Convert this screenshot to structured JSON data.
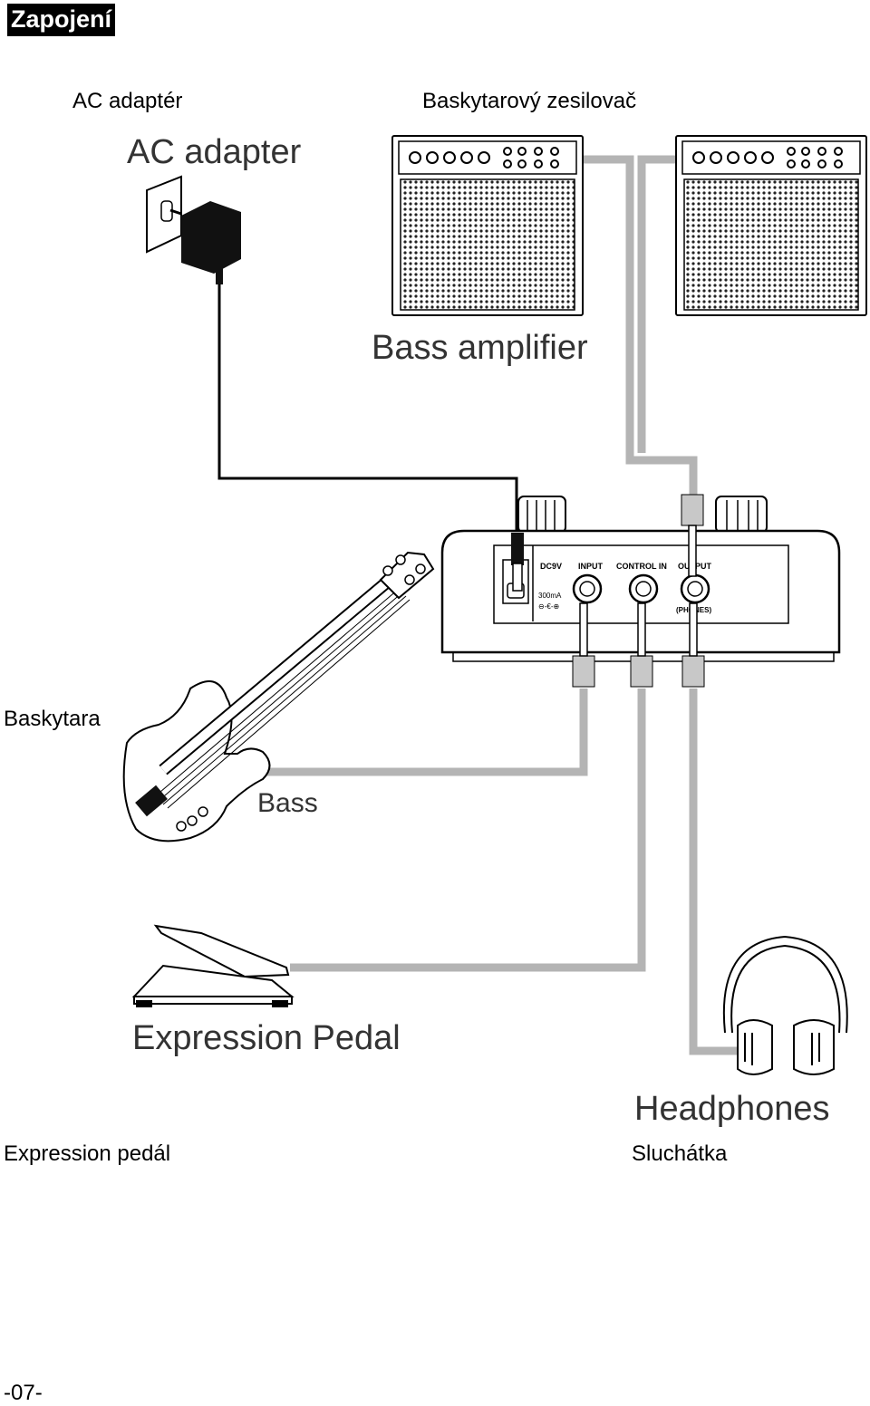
{
  "heading": "Zapojení",
  "labels": {
    "ac_cz": "AC adaptér",
    "amp_cz": "Baskytarový zesilovač",
    "bass_cz": "Baskytara",
    "pedal_cz": "Expression pedál",
    "headphones_cz": "Sluchátka"
  },
  "illustration_text": {
    "ac_en": "AC adapter",
    "amp_en": "Bass amplifier",
    "bass_en": "Bass",
    "pedal_en": "Expression Pedal",
    "headphones_en": "Headphones",
    "dc": "DC9V",
    "current": "300mA",
    "input": "INPUT",
    "control": "CONTROL IN",
    "output": "OUTPUT",
    "phones": "(PHONES)"
  },
  "page_number": "-07-",
  "colors": {
    "cable": "#b4b4b4",
    "line": "#000000"
  }
}
